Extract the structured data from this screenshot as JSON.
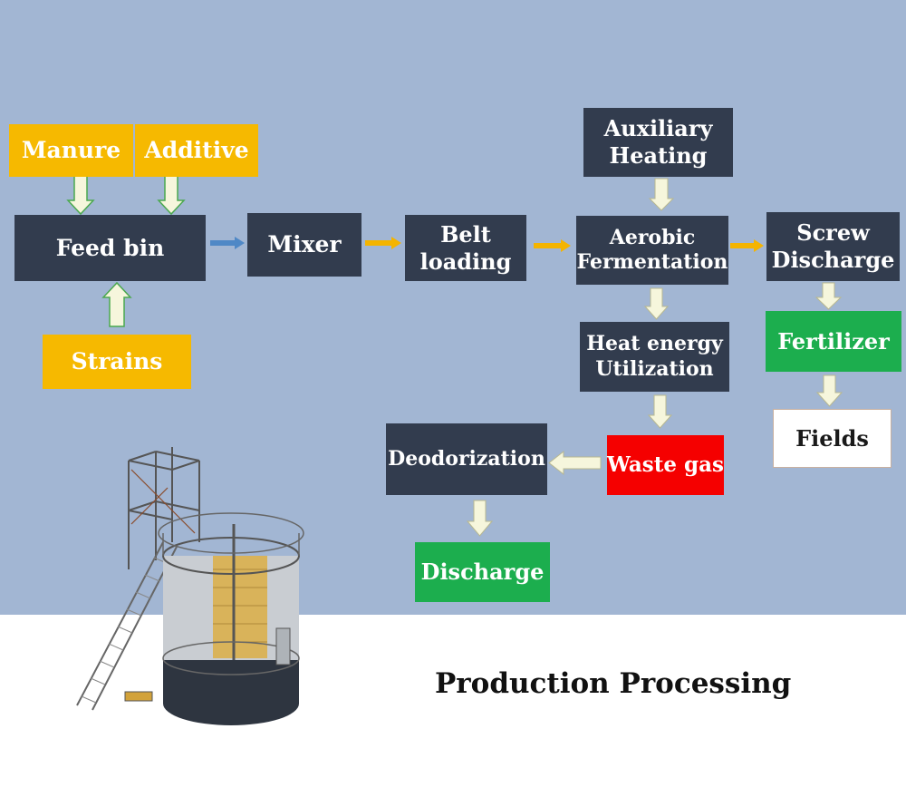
{
  "diagram": {
    "title": "Production Processing",
    "nodes": {
      "manure": "Manure",
      "additive": "Additive",
      "feed_bin": "Feed bin",
      "strains": "Strains",
      "mixer": "Mixer",
      "belt_loading": [
        "Belt",
        "loading"
      ],
      "auxiliary_heating": [
        "Auxiliary",
        "Heating"
      ],
      "aerobic_fermentation": [
        "Aerobic",
        "Fermentation"
      ],
      "screw_discharge": [
        "Screw",
        "Discharge"
      ],
      "fertilizer": "Fertilizer",
      "fields": "Fields",
      "heat_energy": [
        "Heat energy",
        "Utilization"
      ],
      "waste_gas": "Waste gas",
      "deodorization": "Deodorization",
      "discharge": "Discharge"
    },
    "edges": [
      [
        "manure",
        "feed_bin"
      ],
      [
        "additive",
        "feed_bin"
      ],
      [
        "strains",
        "feed_bin"
      ],
      [
        "feed_bin",
        "mixer"
      ],
      [
        "mixer",
        "belt_loading"
      ],
      [
        "belt_loading",
        "aerobic_fermentation"
      ],
      [
        "auxiliary_heating",
        "aerobic_fermentation"
      ],
      [
        "aerobic_fermentation",
        "screw_discharge"
      ],
      [
        "screw_discharge",
        "fertilizer"
      ],
      [
        "fertilizer",
        "fields"
      ],
      [
        "aerobic_fermentation",
        "heat_energy"
      ],
      [
        "heat_energy",
        "waste_gas"
      ],
      [
        "waste_gas",
        "deodorization"
      ],
      [
        "deodorization",
        "discharge"
      ]
    ]
  },
  "colors": {
    "background": "#a2b6d3",
    "dark_box": "#323c4e",
    "yellow_box": "#f6b900",
    "green_box": "#1cae4e",
    "red_box": "#f50000",
    "arrow_fill": "#f6f6dc",
    "arrow_yellow": "#f4b400",
    "arrow_blue": "#4f88c6"
  }
}
